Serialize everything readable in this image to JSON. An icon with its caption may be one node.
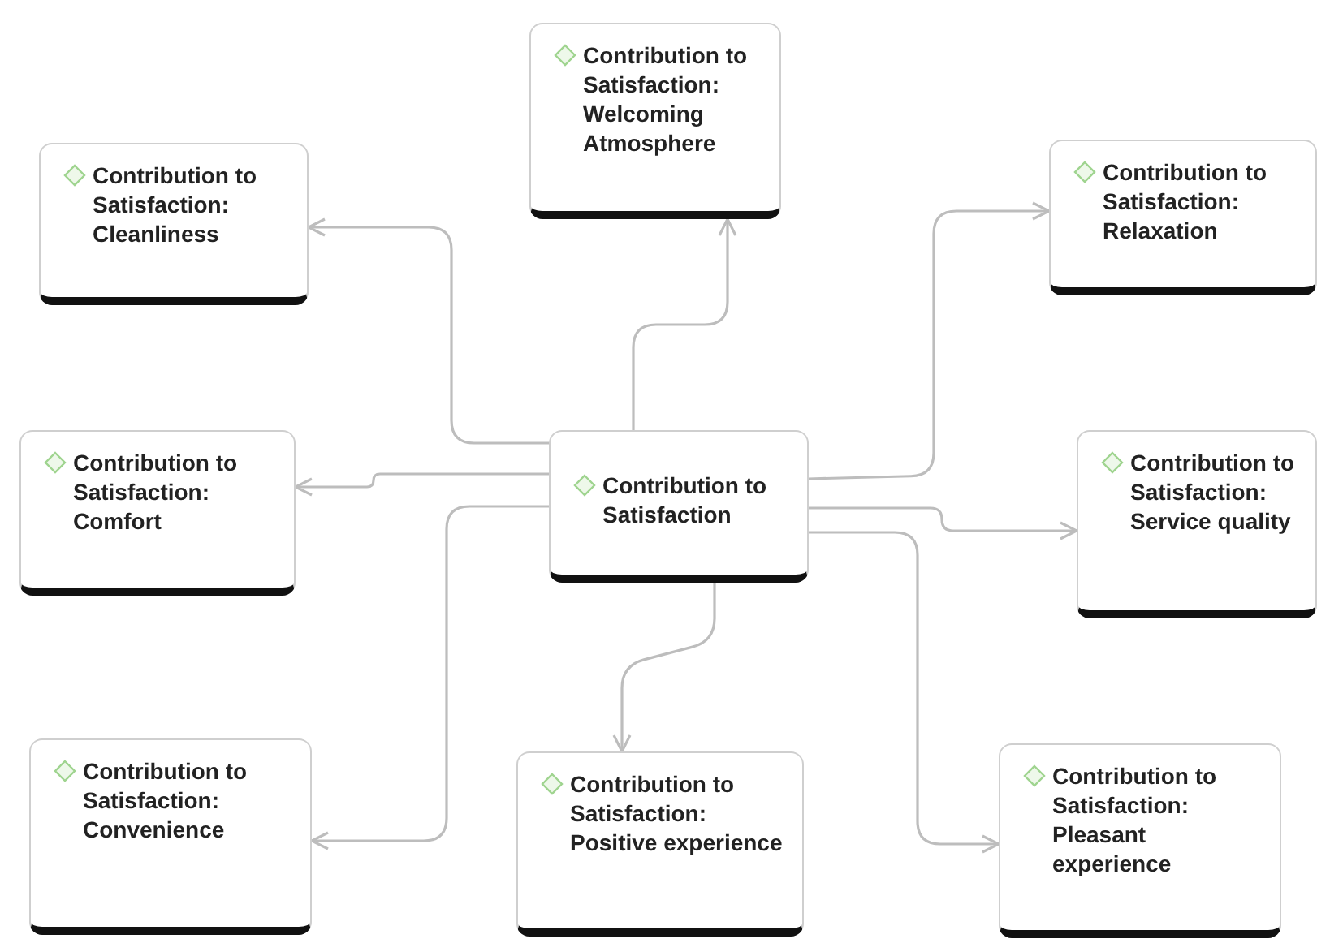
{
  "diagram": {
    "nodes": [
      {
        "text": [
          "Contribution to Satisfaction: Cleanliness"
        ]
      },
      {
        "text": [
          "Contribution to Satisfaction: Welcoming Atmosphere"
        ]
      },
      {
        "text": [
          "Contribution to Satisfaction: Relaxation"
        ]
      },
      {
        "text": [
          "Contribution to Satisfaction: Comfort"
        ]
      },
      {
        "text": [
          "Contribution to Satisfaction"
        ]
      },
      {
        "text": [
          "Contribution to Satisfaction: Service quality"
        ]
      },
      {
        "text": [
          "Contribution to Satisfaction: Convenience"
        ]
      },
      {
        "text": [
          "Contribution to Satisfaction: Positive experience"
        ]
      },
      {
        "text": [
          "Contribution to Satisfaction: Pleasant experience"
        ]
      }
    ],
    "edges": [
      {
        "from": 4,
        "to": 0,
        "arrow": "to"
      },
      {
        "from": 4,
        "to": 1,
        "arrow": "to"
      },
      {
        "from": 4,
        "to": 2,
        "arrow": "to"
      },
      {
        "from": 4,
        "to": 3,
        "arrow": "to"
      },
      {
        "from": 4,
        "to": 5,
        "arrow": "to"
      },
      {
        "from": 4,
        "to": 6,
        "arrow": "to"
      },
      {
        "from": 4,
        "to": 7,
        "arrow": "to"
      },
      {
        "from": 4,
        "to": 8,
        "arrow": "to"
      }
    ]
  }
}
